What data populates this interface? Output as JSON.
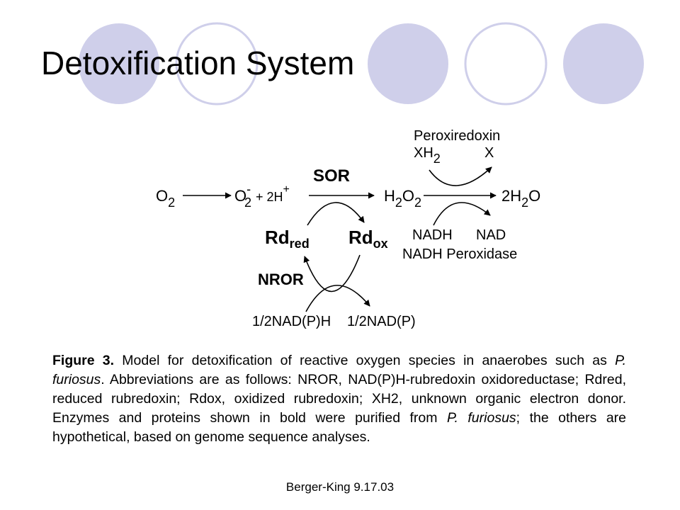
{
  "slide": {
    "title": "Detoxification System",
    "footer": "Berger-King 9.17.03",
    "decor_fill": "#cfcfea",
    "decor_stroke": "#cfcfea"
  },
  "diagram": {
    "o2": {
      "base": "O",
      "sub": "2"
    },
    "superoxide": {
      "base": "O",
      "sub": "2",
      "sup": "-",
      "rest": " + 2H",
      "rest_sup": "+"
    },
    "sor": "SOR",
    "h2o2": {
      "a": "H",
      "a_sub": "2",
      "b": "O",
      "b_sub": "2"
    },
    "water": {
      "base": "2H",
      "sub": "2",
      "rest": "O"
    },
    "peroxiredoxin": "Peroxiredoxin",
    "xh2": {
      "base": "XH",
      "sub": "2"
    },
    "x": "X",
    "rd_red": {
      "base": "Rd",
      "sub": "red"
    },
    "rd_ox": {
      "base": "Rd",
      "sub": "ox"
    },
    "nadh": "NADH",
    "nad": "NAD",
    "nadh_peroxidase": "NADH Peroxidase",
    "nror": "NROR",
    "nadph": "1/2NAD(P)H",
    "nadp": "1/2NAD(P)"
  },
  "caption": {
    "label": "Figure 3.",
    "t1": " Model for detoxification of reactive oxygen species in anaerobes such as ",
    "organism1": "P. furiosus",
    "t2": ". Abbreviations are as follows: NROR, NAD(P)H-rubredoxin oxidoreductase; Rdred, reduced rubredoxin; Rdox, oxidized rubredoxin; XH2, unknown organic electron donor. Enzymes and proteins shown in bold were purified from ",
    "organism2": "P. furiosus",
    "t3": "; the others are hypothetical, based on genome sequence analyses."
  }
}
